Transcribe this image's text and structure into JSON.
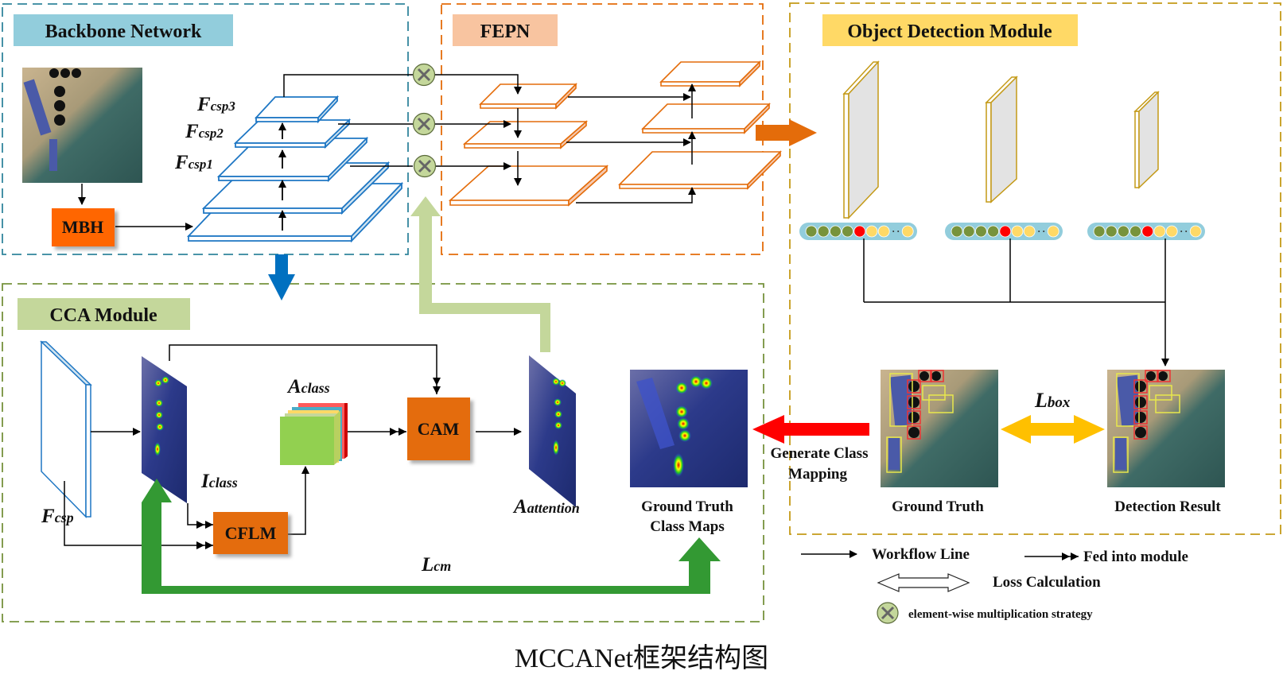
{
  "sections": {
    "backbone": {
      "title": "Backbone Network",
      "color": "#92CDDC",
      "border": "#31859C"
    },
    "fepn": {
      "title": "FEPN",
      "color": "#F8C4A0",
      "border": "#E46C0A"
    },
    "detection": {
      "title": "Object Detection Module",
      "color": "#FFD966",
      "border": "#C49A17"
    },
    "cca": {
      "title": "CCA Module",
      "color": "#C4D79B",
      "border": "#76923C"
    }
  },
  "backbone": {
    "mbh_label": "MBH",
    "features": [
      {
        "main": "F",
        "sub": "csp3"
      },
      {
        "main": "F",
        "sub": "csp2"
      },
      {
        "main": "F",
        "sub": "csp1"
      }
    ]
  },
  "cca": {
    "fcsp": {
      "main": "F",
      "sub": "csp"
    },
    "iclass": {
      "main": "I",
      "sub": "class"
    },
    "aclass": {
      "main": "A",
      "sub": "class"
    },
    "aattention": {
      "main": "A",
      "sub": "attention"
    },
    "lcm": {
      "main": "L",
      "sub": "cm"
    },
    "cflm_label": "CFLM",
    "cam_label": "CAM",
    "gt_class_maps_line1": "Ground Truth",
    "gt_class_maps_line2": "Class Maps"
  },
  "detection": {
    "ground_truth_label": "Ground Truth",
    "detection_result_label": "Detection Result",
    "lbox": {
      "main": "L",
      "sub": "box"
    },
    "generate_line1": "Generate Class",
    "generate_line2": "Mapping",
    "token_colors": [
      "#77933C",
      "#77933C",
      "#77933C",
      "#77933C",
      "#FF0000",
      "#FFD966",
      "#FFD966",
      "#FFD966"
    ]
  },
  "legend": {
    "workflow": "Workflow Line",
    "fed": "Fed into module",
    "loss": "Loss Calculation",
    "multiply": "element-wise multiplication strategy"
  },
  "caption": "MCCANet框架结构图",
  "colors": {
    "orange_block": "#E46C0A",
    "mbh_block": "#FF6600",
    "blue_arrow": "#0070C0",
    "green_arrow": "#339933",
    "light_green_arrow": "#C4D79B",
    "red_arrow": "#FF0000",
    "yellow_arrow": "#FFC000"
  }
}
